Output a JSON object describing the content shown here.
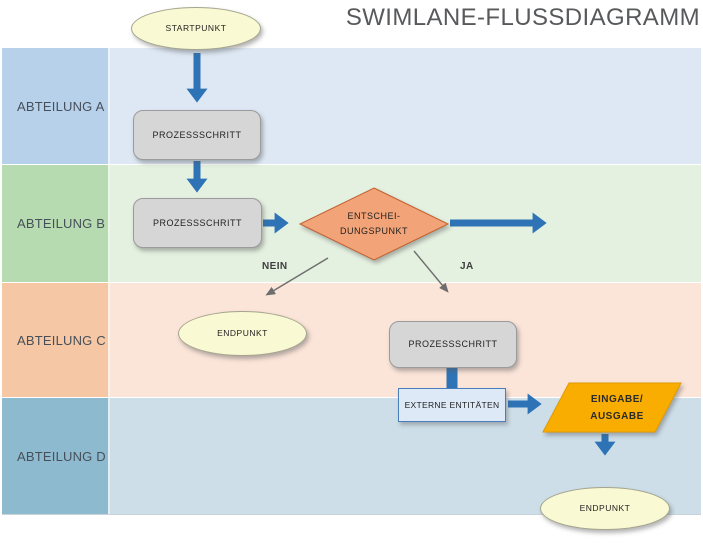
{
  "title": "SWIMLANE-FLUSSDIAGRAMM",
  "lanes": [
    {
      "id": "a",
      "label": "ABTEILUNG A",
      "label_bg": "#b8d1ea",
      "content_bg": "#dde8f4"
    },
    {
      "id": "b",
      "label": "ABTEILUNG B",
      "label_bg": "#b7dbb0",
      "content_bg": "#e4f0e0"
    },
    {
      "id": "c",
      "label": "ABTEILUNG C",
      "label_bg": "#f6c7a4",
      "content_bg": "#fbe4d8"
    },
    {
      "id": "d",
      "label": "ABTEILUNG D",
      "label_bg": "#8ebacf",
      "content_bg": "#cddee9"
    }
  ],
  "nodes": {
    "start": {
      "type": "terminator",
      "lane": "a",
      "label": "STARTPUNKT"
    },
    "process_a": {
      "type": "process",
      "lane": "a",
      "label": "PROZESSSCHRITT"
    },
    "process_b": {
      "type": "process",
      "lane": "b",
      "label": "PROZESSSCHRITT"
    },
    "decision": {
      "type": "decision",
      "lane": "b",
      "line1": "ENTSCHEI-",
      "line2": "DUNGSPUNKT"
    },
    "end_c": {
      "type": "terminator",
      "lane": "c",
      "label": "ENDPUNKT"
    },
    "process_c": {
      "type": "process",
      "lane": "c",
      "label": "PROZESSSCHRITT"
    },
    "external": {
      "type": "external",
      "lane": "c",
      "label": "EXTERNE ENTITÄTEN"
    },
    "io": {
      "type": "io",
      "lane": "d",
      "line1": "EINGABE/",
      "line2": "AUSGABE"
    },
    "end_d": {
      "type": "terminator",
      "lane": "d",
      "label": "ENDPUNKT"
    }
  },
  "edge_labels": {
    "no": "NEIN",
    "yes": "JA"
  },
  "flow": [
    {
      "from": "start",
      "to": "process_a"
    },
    {
      "from": "process_a",
      "to": "process_b"
    },
    {
      "from": "process_b",
      "to": "decision"
    },
    {
      "from": "decision",
      "to": "right-edge"
    },
    {
      "from": "decision",
      "to": "end_c",
      "label": "NEIN"
    },
    {
      "from": "decision",
      "to": "process_c",
      "label": "JA"
    },
    {
      "from": "process_c",
      "to": "external"
    },
    {
      "from": "external",
      "to": "io"
    },
    {
      "from": "io",
      "to": "end_d"
    }
  ],
  "colors": {
    "arrow_blue": "#2e73b5",
    "thin_arrow_gray": "#6e6e6e",
    "process_fill": "#d6d6d6",
    "process_border": "#9b9b9b",
    "terminator_fill": "#f9f9d3",
    "terminator_border": "#a5a58f",
    "decision_fill": "#f2a478",
    "decision_border": "#c2602f",
    "io_fill": "#f9ad00",
    "io_border": "#e09a00",
    "external_fill": "#dde9f6",
    "external_border": "#4a7ebb",
    "title_color": "#58595b"
  }
}
